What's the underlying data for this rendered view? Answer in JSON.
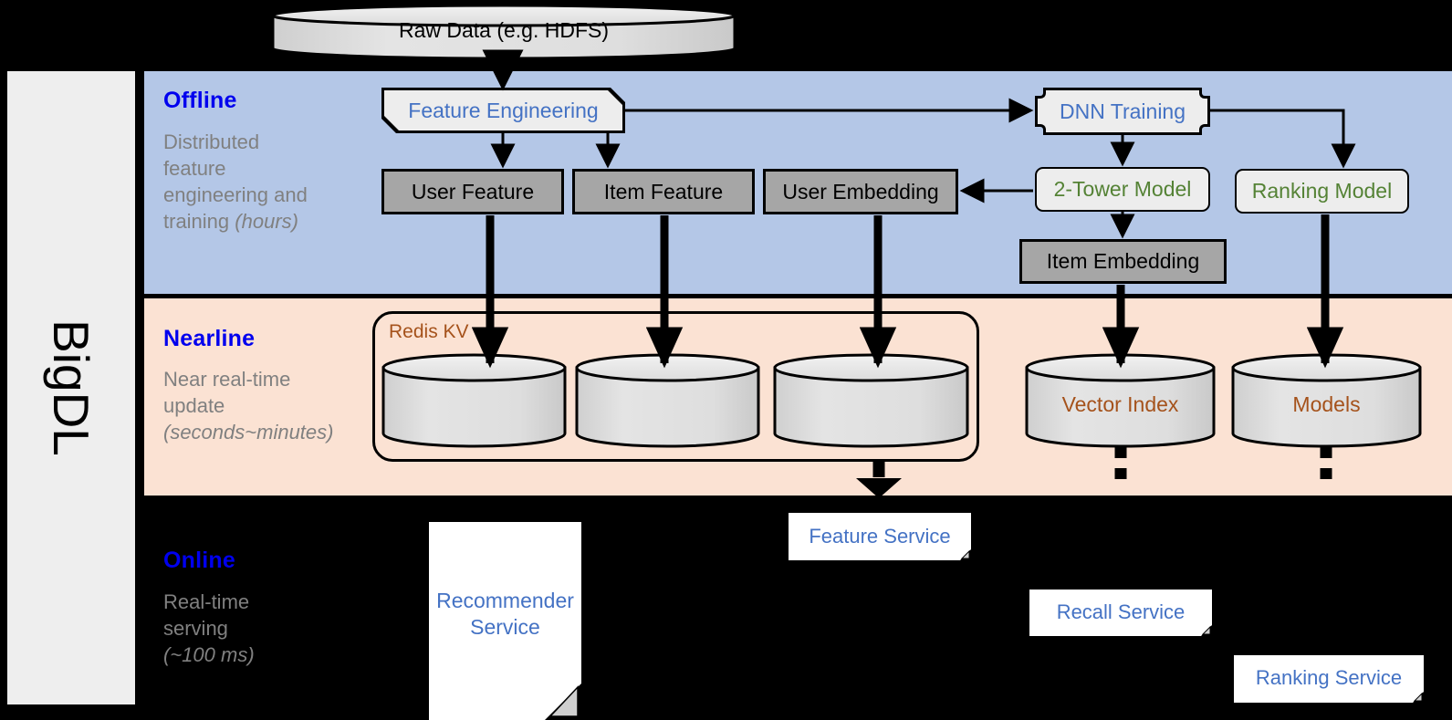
{
  "sidebar": {
    "label": "BigDL"
  },
  "bands": {
    "offline": {
      "title": "Offline",
      "subtitle_line1": "Distributed",
      "subtitle_line2": "feature",
      "subtitle_line3": "engineering and",
      "subtitle_line4": "training ",
      "subtitle_em": "(hours)"
    },
    "nearline": {
      "title": "Nearline",
      "subtitle_line1": "Near real-time",
      "subtitle_line2": "update",
      "subtitle_em": "(seconds~minutes)"
    },
    "online": {
      "title": "Online",
      "subtitle_line1": "Real-time",
      "subtitle_line2": "serving",
      "subtitle_em": "(~100 ms)"
    }
  },
  "nodes": {
    "raw_data": "Raw Data (e.g. HDFS)",
    "feature_engineering": "Feature Engineering",
    "dnn_training": "DNN Training",
    "user_feature": "User Feature",
    "item_feature": "Item Feature",
    "user_embedding": "User Embedding",
    "two_tower_model": "2-Tower Model",
    "ranking_model": "Ranking Model",
    "item_embedding": "Item Embedding",
    "redis_kv": "Redis KV",
    "vector_index": "Vector Index",
    "models": "Models",
    "feature_service": "Feature Service",
    "recall_service": "Recall Service",
    "ranking_service": "Ranking Service",
    "recommender_service_line1": "Recommender",
    "recommender_service_line2": "Service"
  },
  "colors": {
    "offline_band": "#b4c7e7",
    "nearline_band": "#fbe2d3",
    "online_band": "#000000",
    "sidebar": "#eeeeee",
    "band_title": "#0000ee",
    "band_subtitle": "#808080",
    "blue_text": "#4472c4",
    "green_text": "#548235",
    "brown_text": "#a5521b",
    "gray_box": "#a6a6a6",
    "light_box": "#ededed",
    "cylinder": "#d9d9d9"
  }
}
